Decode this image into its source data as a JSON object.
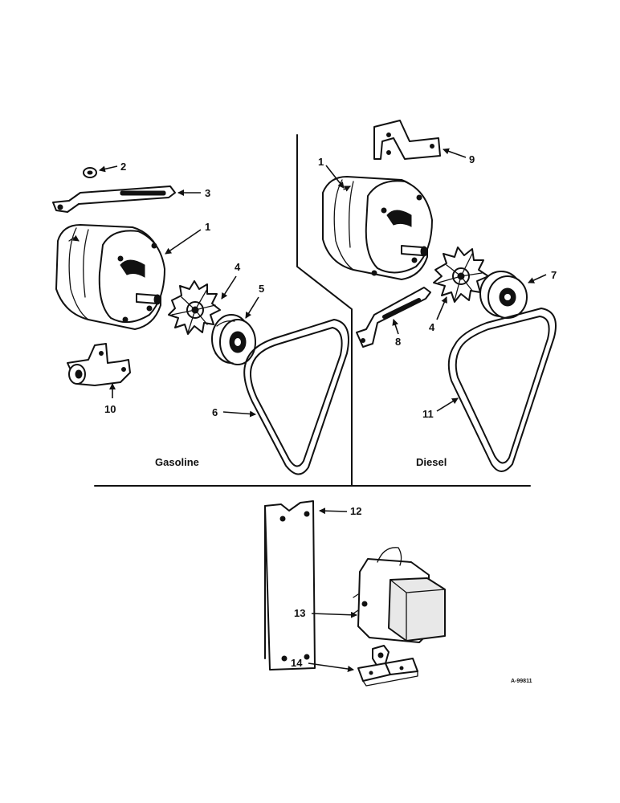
{
  "captions": {
    "gasoline": "Gasoline",
    "diesel": "Diesel"
  },
  "drawing_code": "A-99811",
  "callouts": {
    "g1": "1",
    "g2": "2",
    "g3": "3",
    "g4": "4",
    "g5": "5",
    "g6": "6",
    "g10": "10",
    "d1": "1",
    "d4": "4",
    "d7": "7",
    "d8": "8",
    "d9": "9",
    "d11": "11",
    "c12": "12",
    "c13": "13",
    "c14": "14"
  }
}
